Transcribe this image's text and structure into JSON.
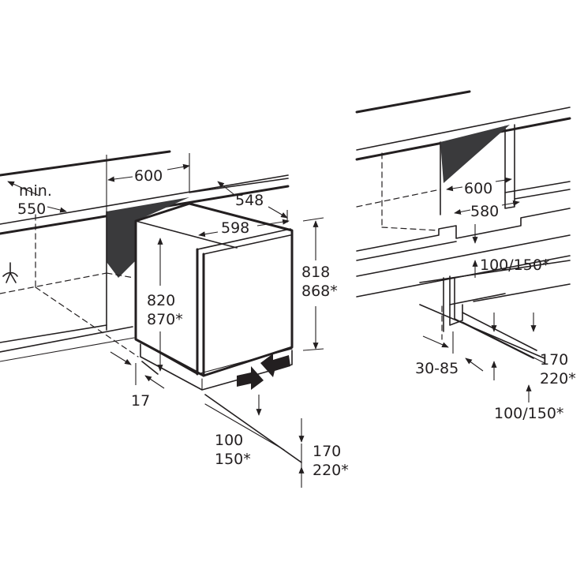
{
  "left_view": {
    "min_label": "min.",
    "min_value": "550",
    "niche_width": "600",
    "niche_depth": "548",
    "appliance_width": "598",
    "height_left_1": "820",
    "height_left_2": "870*",
    "height_right_1": "818",
    "height_right_2": "868*",
    "side_gap": "17",
    "plinth_a_1": "100",
    "plinth_a_2": "150*",
    "plinth_b_1": "170",
    "plinth_b_2": "220*"
  },
  "right_view": {
    "niche_width": "600",
    "inner_width": "580",
    "gap_top": "100/150*",
    "depth_range": "30-85",
    "plinth_1": "170",
    "plinth_2": "220*",
    "gap_bottom": "100/150*"
  },
  "colors": {
    "line": "#231f20",
    "shade": "#3a3a3c"
  }
}
